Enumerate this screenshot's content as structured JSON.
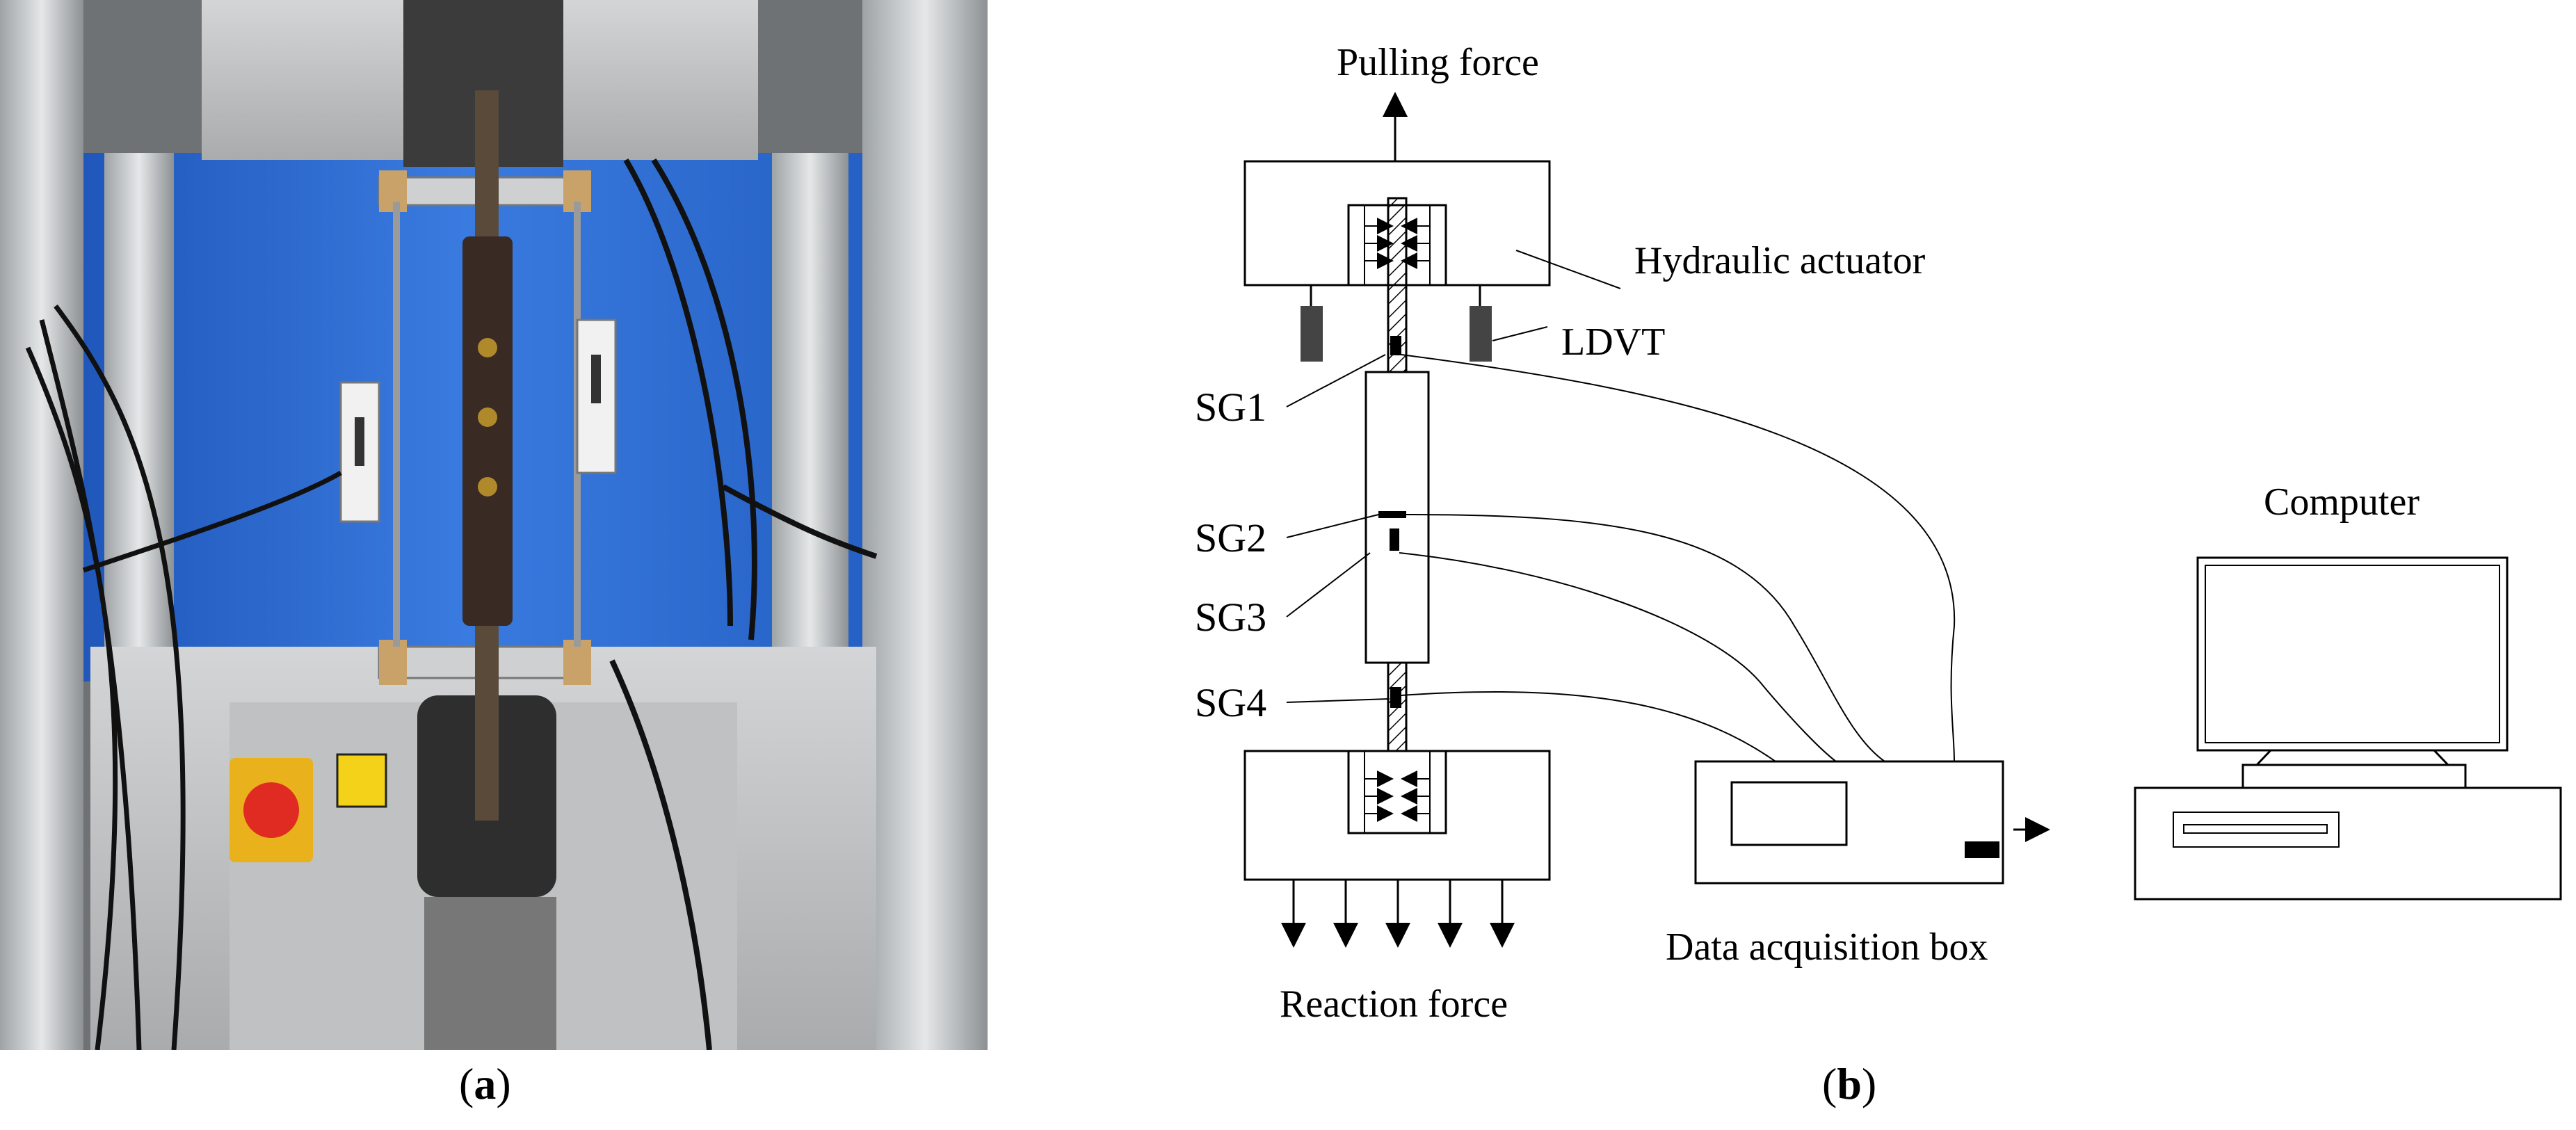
{
  "panel_a": {
    "caption_letter": "a",
    "photo_description": "",
    "sign_text": "",
    "colors": {
      "backdrop": "#2f6fcf",
      "frame": "#c9cacb",
      "specimen": "#3a2a24",
      "button": "#e02b23",
      "button_box": "#e9b21c"
    }
  },
  "panel_b": {
    "caption_letter": "b",
    "labels": {
      "pulling_force": "Pulling force",
      "hydraulic_actuator": "Hydraulic actuator",
      "ldvt": "LDVT",
      "sg1": "SG1",
      "sg2": "SG2",
      "sg3": "SG3",
      "sg4": "SG4",
      "computer": "Computer",
      "data_acquisition_box": "Data acquisition box",
      "reaction_force": "Reaction force"
    }
  }
}
